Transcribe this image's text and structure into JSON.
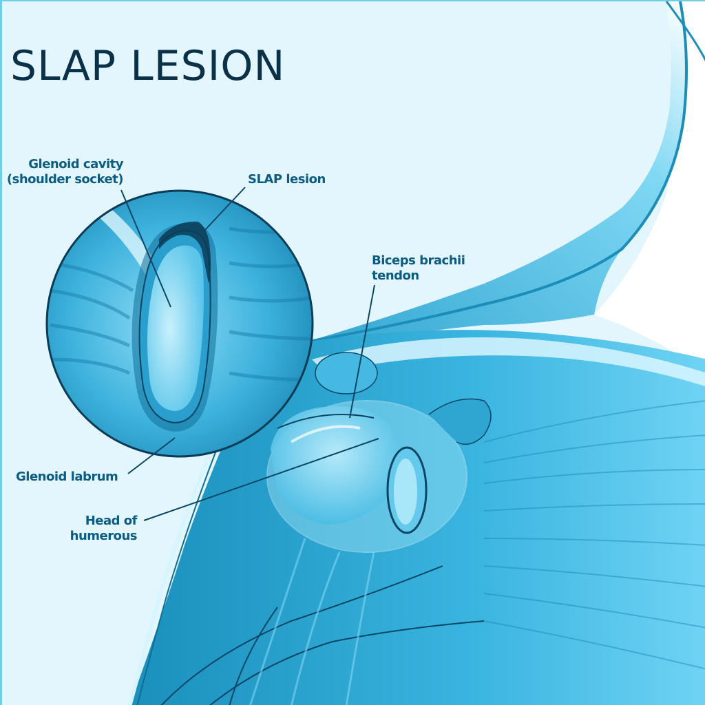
{
  "title": "SLAP LESION",
  "labels": {
    "glenoid_cavity": [
      "Glenoid cavity",
      "(shoulder socket)"
    ],
    "slap_lesion": "SLAP lesion",
    "biceps_tendon": [
      "Biceps brachii",
      "tendon"
    ],
    "glenoid_labrum": "Glenoid labrum",
    "head_of_humerous": [
      "Head of",
      "humerous"
    ]
  },
  "colors": {
    "background": "#e3f6fd",
    "title": "#0a3148",
    "label": "#0b5b83",
    "tissue_dark": "#1b8db8",
    "tissue_mid": "#3db6e0",
    "tissue_light": "#8fdcf5",
    "outline": "#0a4664"
  }
}
